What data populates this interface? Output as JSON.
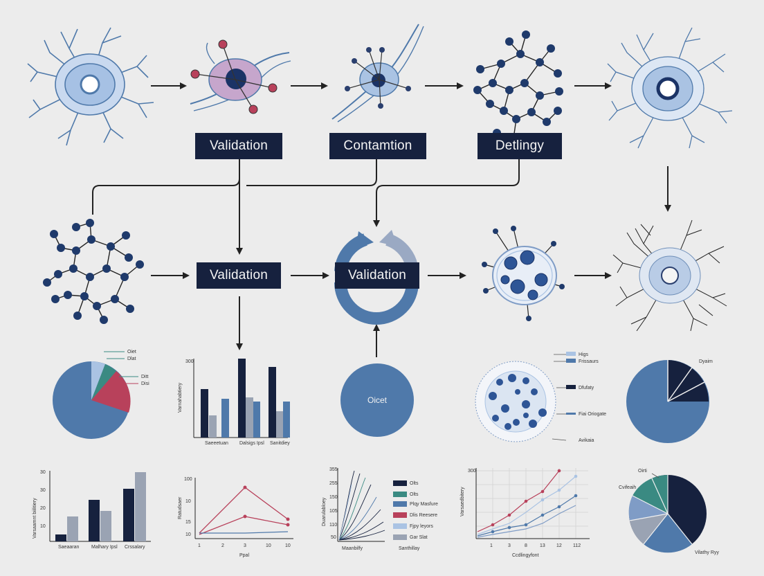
{
  "boxes": {
    "validation_top": "Validation",
    "contamination": "Contamtion",
    "detlingy": "Detlingy",
    "validation_mid": "Validation",
    "validation_cycle": "Validation"
  },
  "colors": {
    "navy": "#16213e",
    "steel": "#4f79aa",
    "light_blue": "#aac3e3",
    "teal": "#3a8a82",
    "crimson": "#b8415b",
    "grey": "#9aa3b3",
    "background": "#ececec"
  },
  "pie_left": {
    "legend": [
      "Oiet",
      "Dlat",
      "Ditt",
      "Disi"
    ]
  },
  "center_circle_label": "Oicet",
  "dots_circle_legend": [
    "Higs",
    "Frissaurs",
    "Dfufaty",
    "Fiai Oriogate",
    "Avikaia"
  ],
  "pie_right": {
    "label": "Dyaim"
  },
  "donut_bottom_right": {
    "top_label": "Oirti",
    "left_label": "Cvifeaih",
    "bottom_label": "Vilathy Ryy"
  },
  "bar_chart_mid": {
    "y_ticks": [
      "300",
      "",
      "",
      ""
    ],
    "ylabel": "Varnahabtiery",
    "categories": [
      "Saeeetuan",
      "Dalsigs Ipsl",
      "Sanitdiey"
    ]
  },
  "bar_chart_bottom_left": {
    "y_ticks": [
      "30",
      "30",
      "20",
      "10"
    ],
    "ylabel": "Varsaamnt biilitiery",
    "categories": [
      "Saeaaran",
      "Malhary Ipsl",
      "Crssalary"
    ]
  },
  "line_chart_small": {
    "y_ticks": [
      "100",
      "10",
      "15",
      "10"
    ],
    "x_ticks": [
      "1",
      "2",
      "3",
      "10",
      "10"
    ],
    "ylabel": "Ratudsaer",
    "xlabel": "Ppal"
  },
  "spaghetti_chart": {
    "y_ticks": [
      "355",
      "255",
      "150",
      "105",
      "110",
      "50"
    ],
    "ylabel": "Duarulabloey",
    "xlabels": [
      "Maanbilfy",
      "Santhillay"
    ],
    "legend": [
      "Olts",
      "Olts",
      "Plqy Masfure",
      "Dlis Reesere",
      "Fjpy leyors",
      "Gar Slat"
    ]
  },
  "line_chart_right": {
    "y_ticks": [
      "300",
      "",
      "",
      "",
      ""
    ],
    "x_ticks": [
      "1",
      "3",
      "8",
      "13",
      "12",
      "112"
    ],
    "ylabel": "Varsaedbitery",
    "xlabel": "Ccdlingyfont"
  }
}
